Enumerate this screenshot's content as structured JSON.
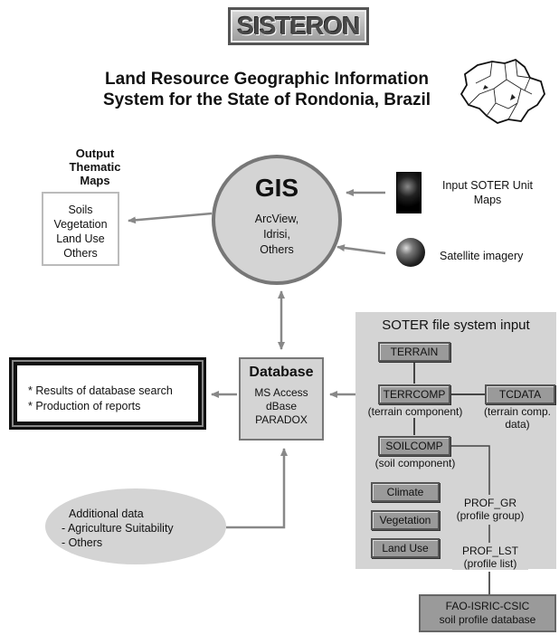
{
  "logo": {
    "text": "SISTERON"
  },
  "title": {
    "line1": "Land Resource Geographic Information",
    "line2": "System for the State of Rondonia, Brazil"
  },
  "output": {
    "heading_line1": "Output",
    "heading_line2": "Thematic",
    "heading_line3": "Maps",
    "items": [
      "Soils",
      "Vegetation",
      "Land Use",
      "Others"
    ]
  },
  "gis": {
    "title": "GIS",
    "items": [
      "ArcView,",
      "Idrisi,",
      "Others"
    ]
  },
  "inputs": {
    "soter_maps_line1": "Input SOTER Unit",
    "soter_maps_line2": "Maps",
    "satellite": "Satellite imagery"
  },
  "results": {
    "items": [
      "* Results of database search",
      "* Production of reports"
    ]
  },
  "database": {
    "title": "Database",
    "items": [
      "MS Access",
      "dBase",
      "PARADOX"
    ]
  },
  "soter": {
    "title": "SOTER file system input",
    "terrain": "TERRAIN",
    "terrcomp": "TERRCOMP",
    "terrcomp_caption": "(terrain component)",
    "tcdata": "TCDATA",
    "tcdata_caption_line1": "(terrain comp.",
    "tcdata_caption_line2": "data)",
    "soilcomp": "SOILCOMP",
    "soilcomp_caption": "(soil component)",
    "climate": "Climate",
    "vegetation": "Vegetation",
    "land_use": "Land Use",
    "prof_gr": "PROF_GR",
    "prof_gr_caption": "(profile group)",
    "prof_lst": "PROF_LST",
    "prof_lst_caption": "(profile list)"
  },
  "fao": {
    "line1": "FAO-ISRIC-CSIC",
    "line2": "soil profile database"
  },
  "additional": {
    "title": "Additional data",
    "items": [
      "- Agriculture Suitability",
      "- Others"
    ]
  }
}
